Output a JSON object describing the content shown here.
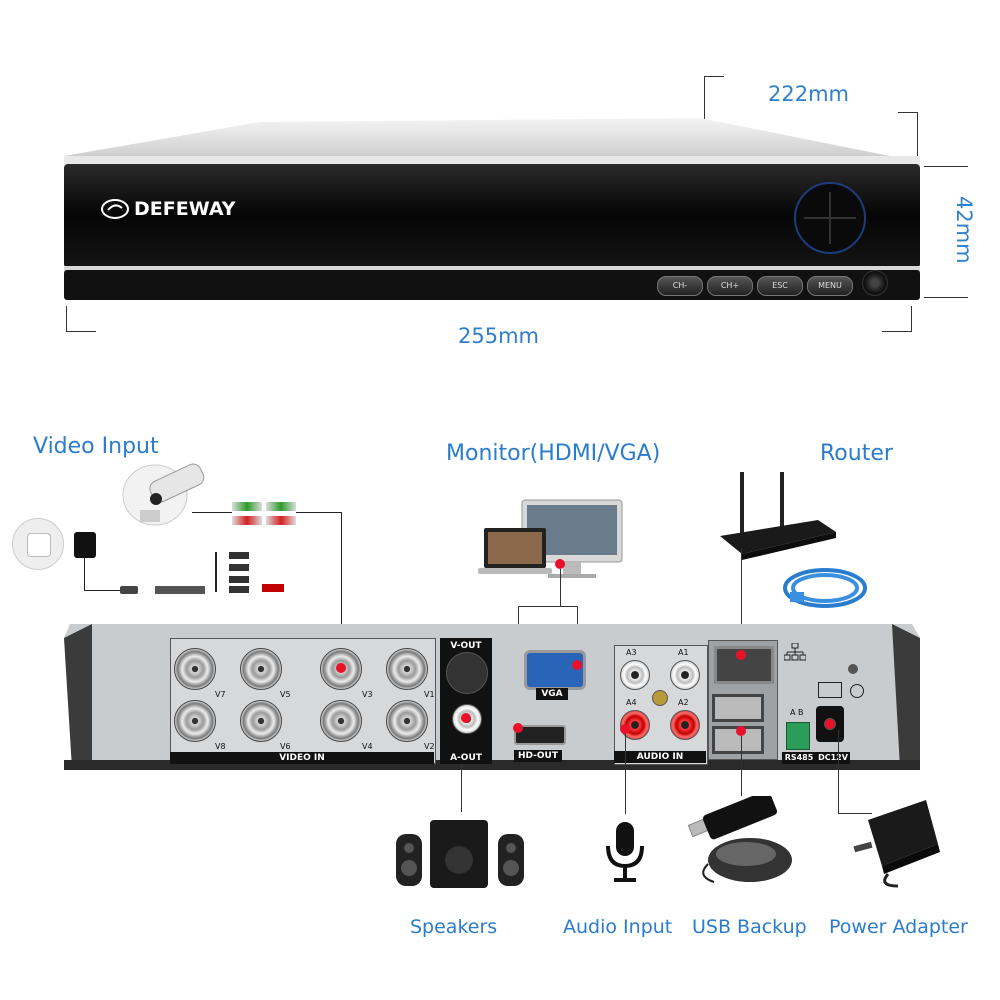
{
  "dimensions": {
    "depth": "222mm",
    "height": "42mm",
    "width": "255mm"
  },
  "brand": "DEFEWAY",
  "front_buttons": [
    "CH-",
    "CH+",
    "ESC",
    "MENU"
  ],
  "captions": {
    "video_input": "Video Input",
    "monitor": "Monitor(HDMI/VGA)",
    "router": "Router",
    "speakers": "Speakers",
    "audio_input": "Audio Input",
    "usb_backup": "USB Backup",
    "power_adapter": "Power Adapter"
  },
  "rear_labels": {
    "video_in": "VIDEO IN",
    "v_out": "V-OUT",
    "a_out": "A-OUT",
    "vga": "VGA",
    "hd_out": "HD-OUT",
    "audio_in": "AUDIO IN",
    "rs485": "RS485",
    "dc12v": "DC12V",
    "rs485_ab": "A  B"
  },
  "video_ports_top": [
    "V7",
    "V5",
    "V3",
    "V1"
  ],
  "video_ports_bottom": [
    "V8",
    "V6",
    "V4",
    "V2"
  ],
  "audio_ports_top": [
    "A3",
    "A1"
  ],
  "audio_ports_bottom": [
    "A4",
    "A2"
  ],
  "colors": {
    "accent": "#2a7ccc",
    "marker": "#e8102a",
    "panel": "#c9ccce"
  }
}
